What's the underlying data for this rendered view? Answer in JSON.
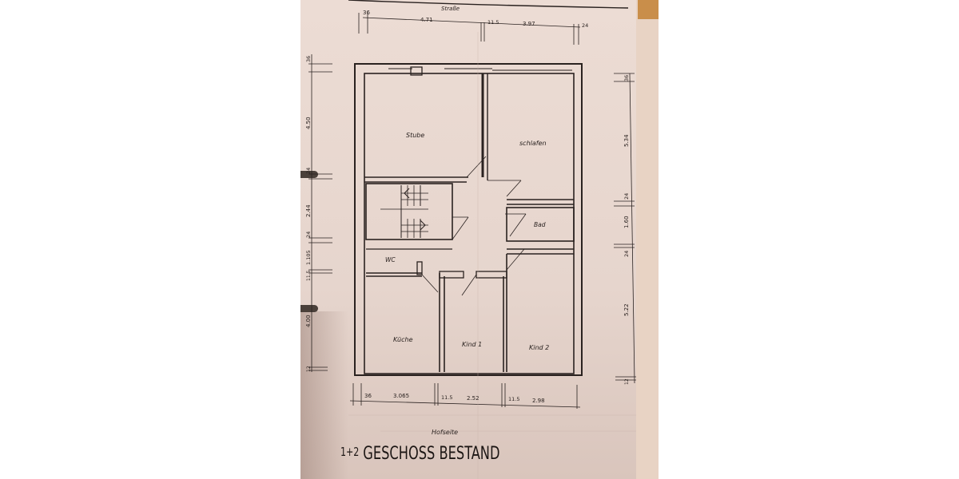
{
  "drawing": {
    "street_label": "Straße",
    "yard_label": "Hofseite",
    "title_prefix": "1+2",
    "title": "GESCHOSS BESTAND"
  },
  "rooms": [
    {
      "name": "Stube"
    },
    {
      "name": "schlafen"
    },
    {
      "name": "Bad"
    },
    {
      "name": "WC"
    },
    {
      "name": "Küche"
    },
    {
      "name": "Kind 1"
    },
    {
      "name": "Kind 2"
    }
  ],
  "dimensions": {
    "top": [
      "36",
      "4.71",
      "11.5",
      "3.97",
      "24"
    ],
    "bottom": [
      "36",
      "3.065",
      "11.5",
      "2.52",
      "11.5",
      "2.98"
    ],
    "left": [
      "36",
      "4.50",
      "24",
      "2.44",
      "24",
      "1.105",
      "11.5",
      "4.00",
      "12"
    ],
    "right": [
      "36",
      "5.34",
      "24",
      "1.60",
      "24",
      "5.22",
      "12"
    ]
  },
  "colors": {
    "paper": "#e6d6cf",
    "ink": "#2a2220",
    "background": "#ffffff"
  }
}
